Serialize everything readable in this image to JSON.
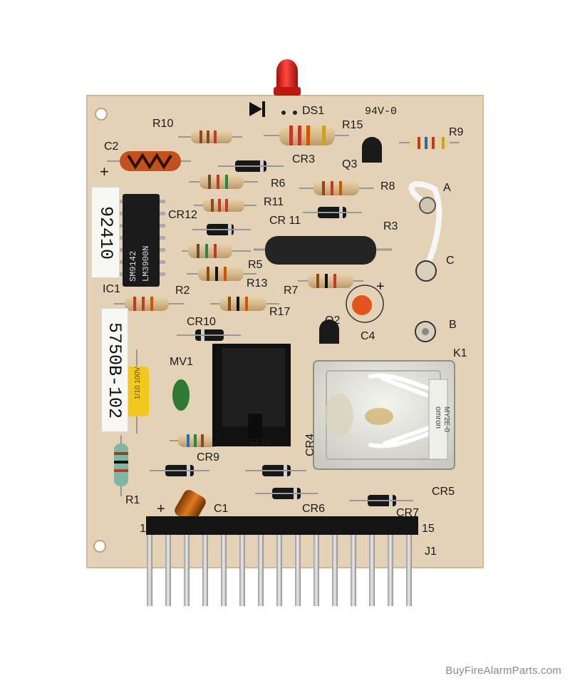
{
  "watermark": "BuyFireAlarmParts.com",
  "stickers": {
    "top": "92410",
    "bottom": "5750B-102"
  },
  "silkscreen": {
    "ds1": "DS1",
    "rating": "94V-0",
    "r10": "R10",
    "r15": "R15",
    "r9": "R9",
    "c2": "C2",
    "cr3": "CR3",
    "q3": "Q3",
    "r6": "R6",
    "r8": "R8",
    "a": "A",
    "r11": "R11",
    "cr12": "CR12",
    "cr11": "CR 11",
    "r3": "R3",
    "r5": "R5",
    "c": "C",
    "ic1": "IC1",
    "r13": "R13",
    "r7": "R7",
    "r2": "R2",
    "r17": "R17",
    "q2": "Q2",
    "b": "B",
    "cr10": "CR10",
    "c4": "C4",
    "k1": "K1",
    "mv1": "MV1",
    "cr4": "CR4",
    "cr9": "CR9",
    "r14": "R14",
    "cr5": "CR5",
    "r1": "R1",
    "c1": "C1",
    "cr6": "CR6",
    "cr7": "CR7",
    "pin1": "1",
    "pin15": "15",
    "j1": "J1",
    "plus": "+"
  },
  "chips": {
    "ic_top": "SM9142",
    "ic_bottom": "LM3900N",
    "cap_value": "1/10 100V",
    "relay_brand": "omron",
    "relay_model": "MY2E-0"
  },
  "colors": {
    "board": "#e3d2b6",
    "silk": "#1a1a1a",
    "led": "#d8201c"
  }
}
